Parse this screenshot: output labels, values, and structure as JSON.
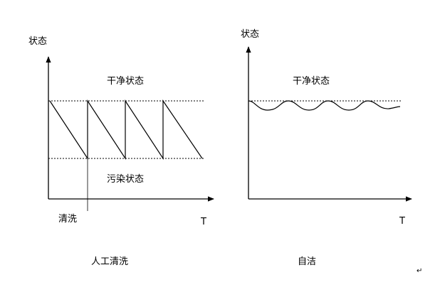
{
  "left_panel": {
    "y_axis_label": "状态",
    "x_axis_label": "T",
    "upper_region_label": "干净状态",
    "lower_region_label": "污染状态",
    "event_label": "清洗",
    "caption": "人工清洗"
  },
  "right_panel": {
    "y_axis_label": "状态",
    "x_axis_label": "T",
    "upper_region_label": "干净状态",
    "caption": "自洁"
  },
  "colors": {
    "line": "#000000",
    "dashed": "#000000",
    "background": "#ffffff"
  },
  "return_mark": "↵"
}
